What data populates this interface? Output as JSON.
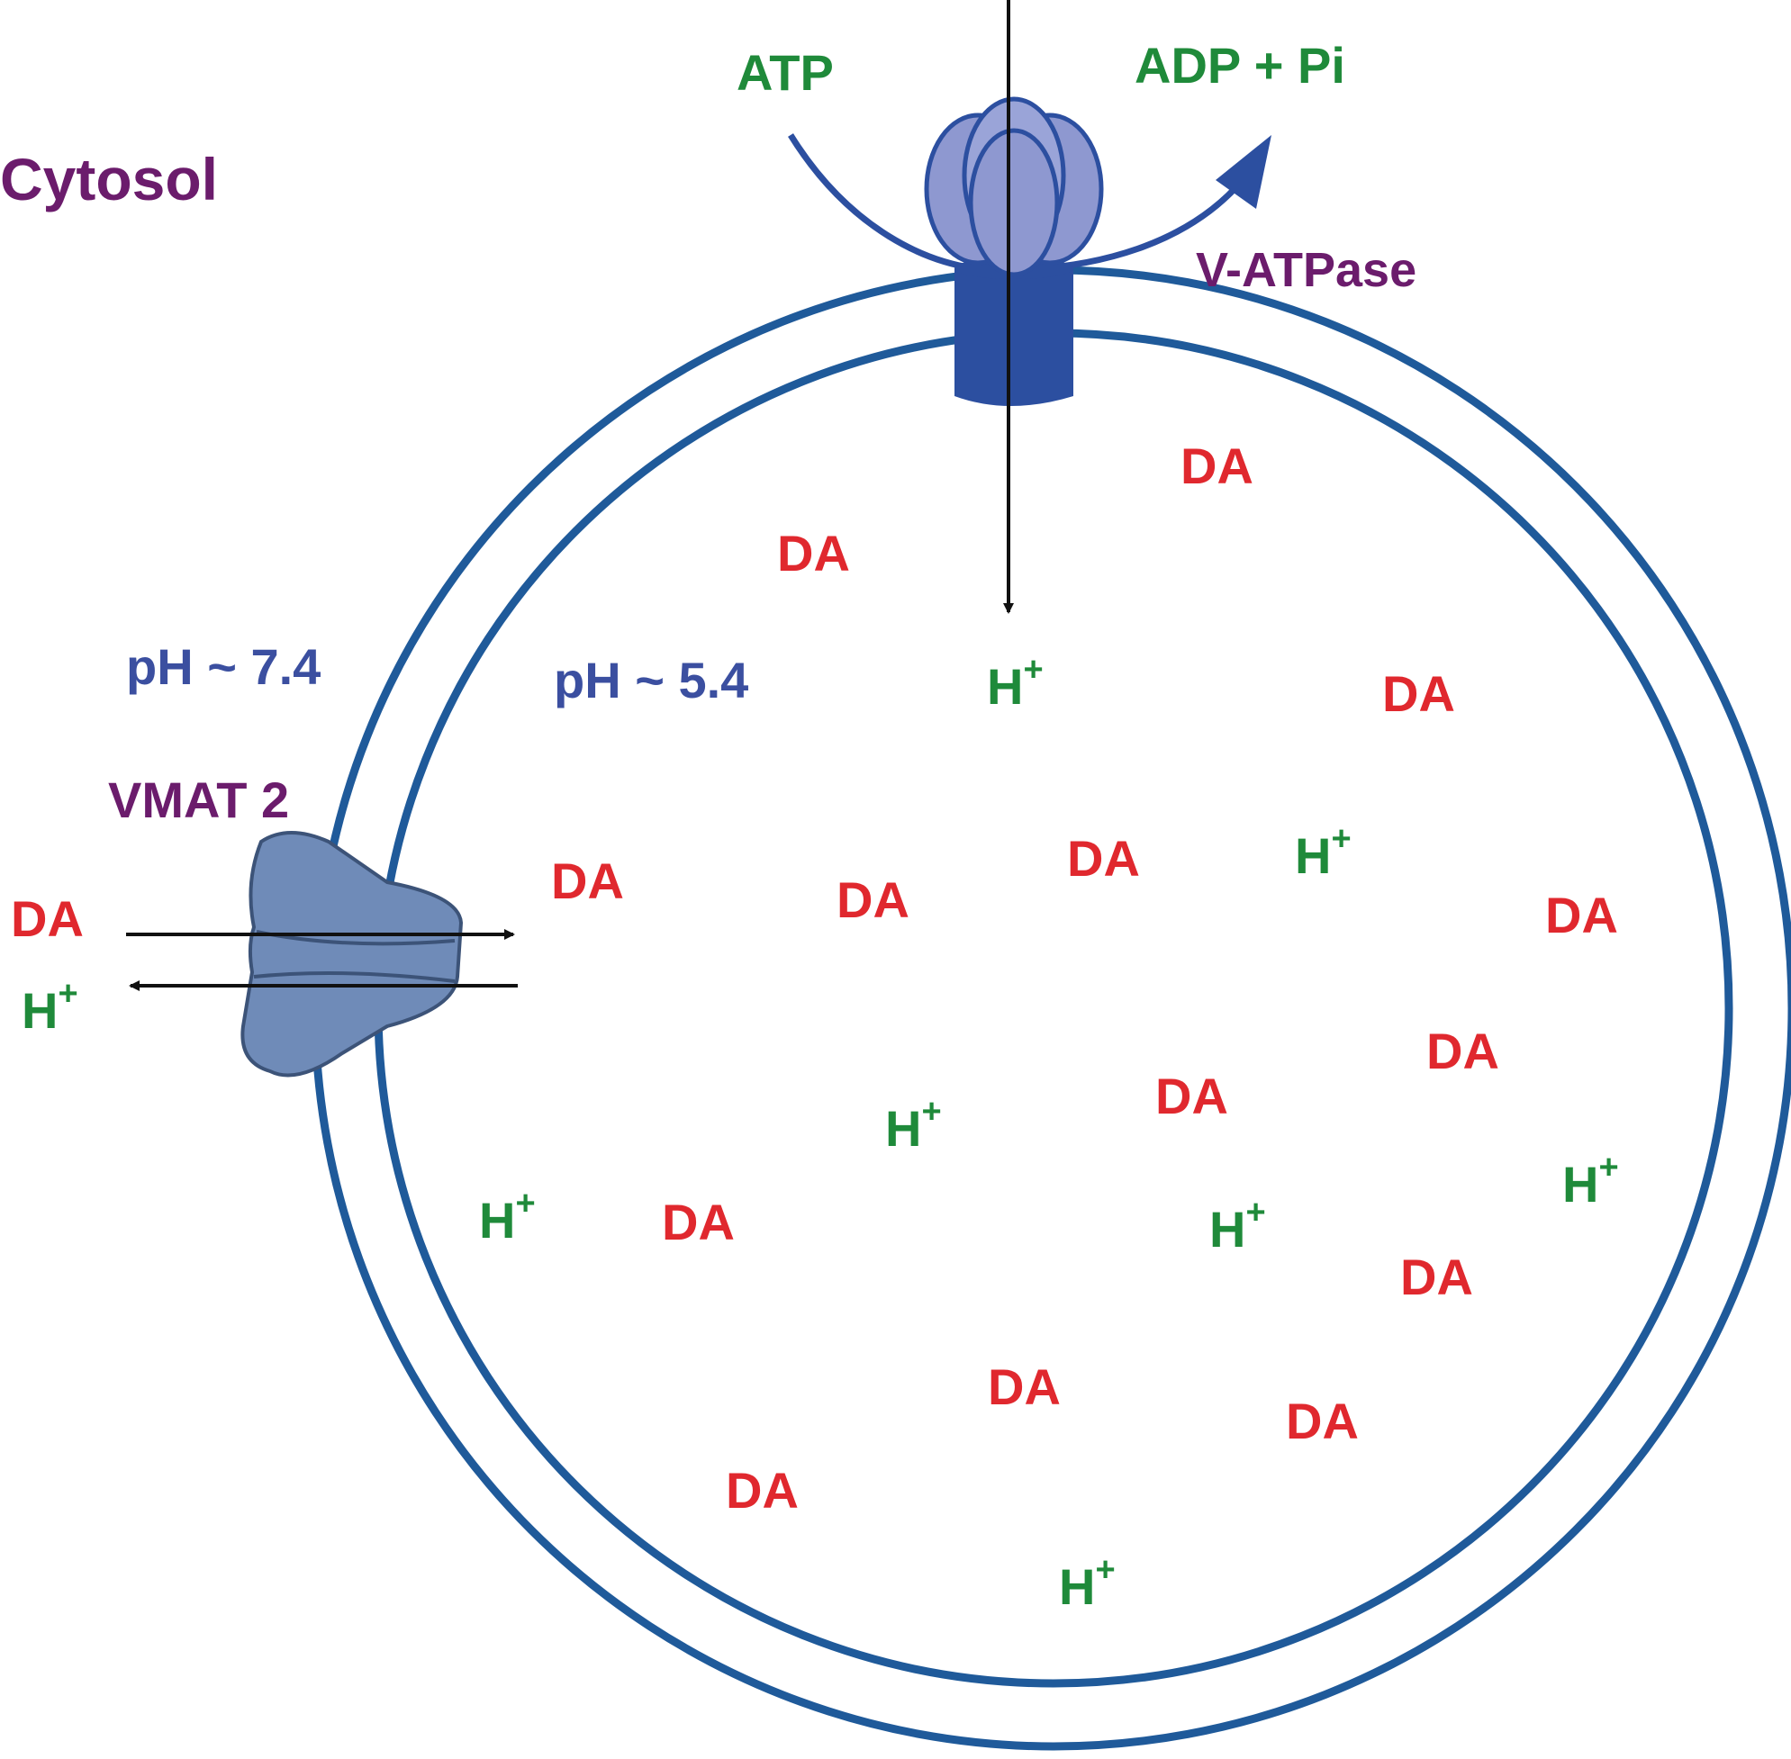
{
  "labels": {
    "cytosol": "Cytosol",
    "atp": "ATP",
    "adp_pi": "ADP + Pi",
    "v_atpase": "V-ATPase",
    "ph_outside": "pH ~ 7.4",
    "ph_inside": "pH ~ 5.4",
    "vmat2": "VMAT 2",
    "da_outside": "DA",
    "h_outside": "H",
    "h_sup": "+",
    "da": "DA",
    "h": "H"
  },
  "colors": {
    "membrane": "#1f5a9a",
    "purple": "#6b1c6c",
    "green": "#1f8a3a",
    "red": "#e0282e",
    "blue_text": "#3b4fa0",
    "vmat_fill": "#6f8bb8",
    "atpase_head": "#8e98d0",
    "atpase_base": "#2c4fa0"
  },
  "icons": {
    "v_atpase": "v-atpase-pump-icon",
    "vmat2": "vmat2-transporter-icon"
  }
}
